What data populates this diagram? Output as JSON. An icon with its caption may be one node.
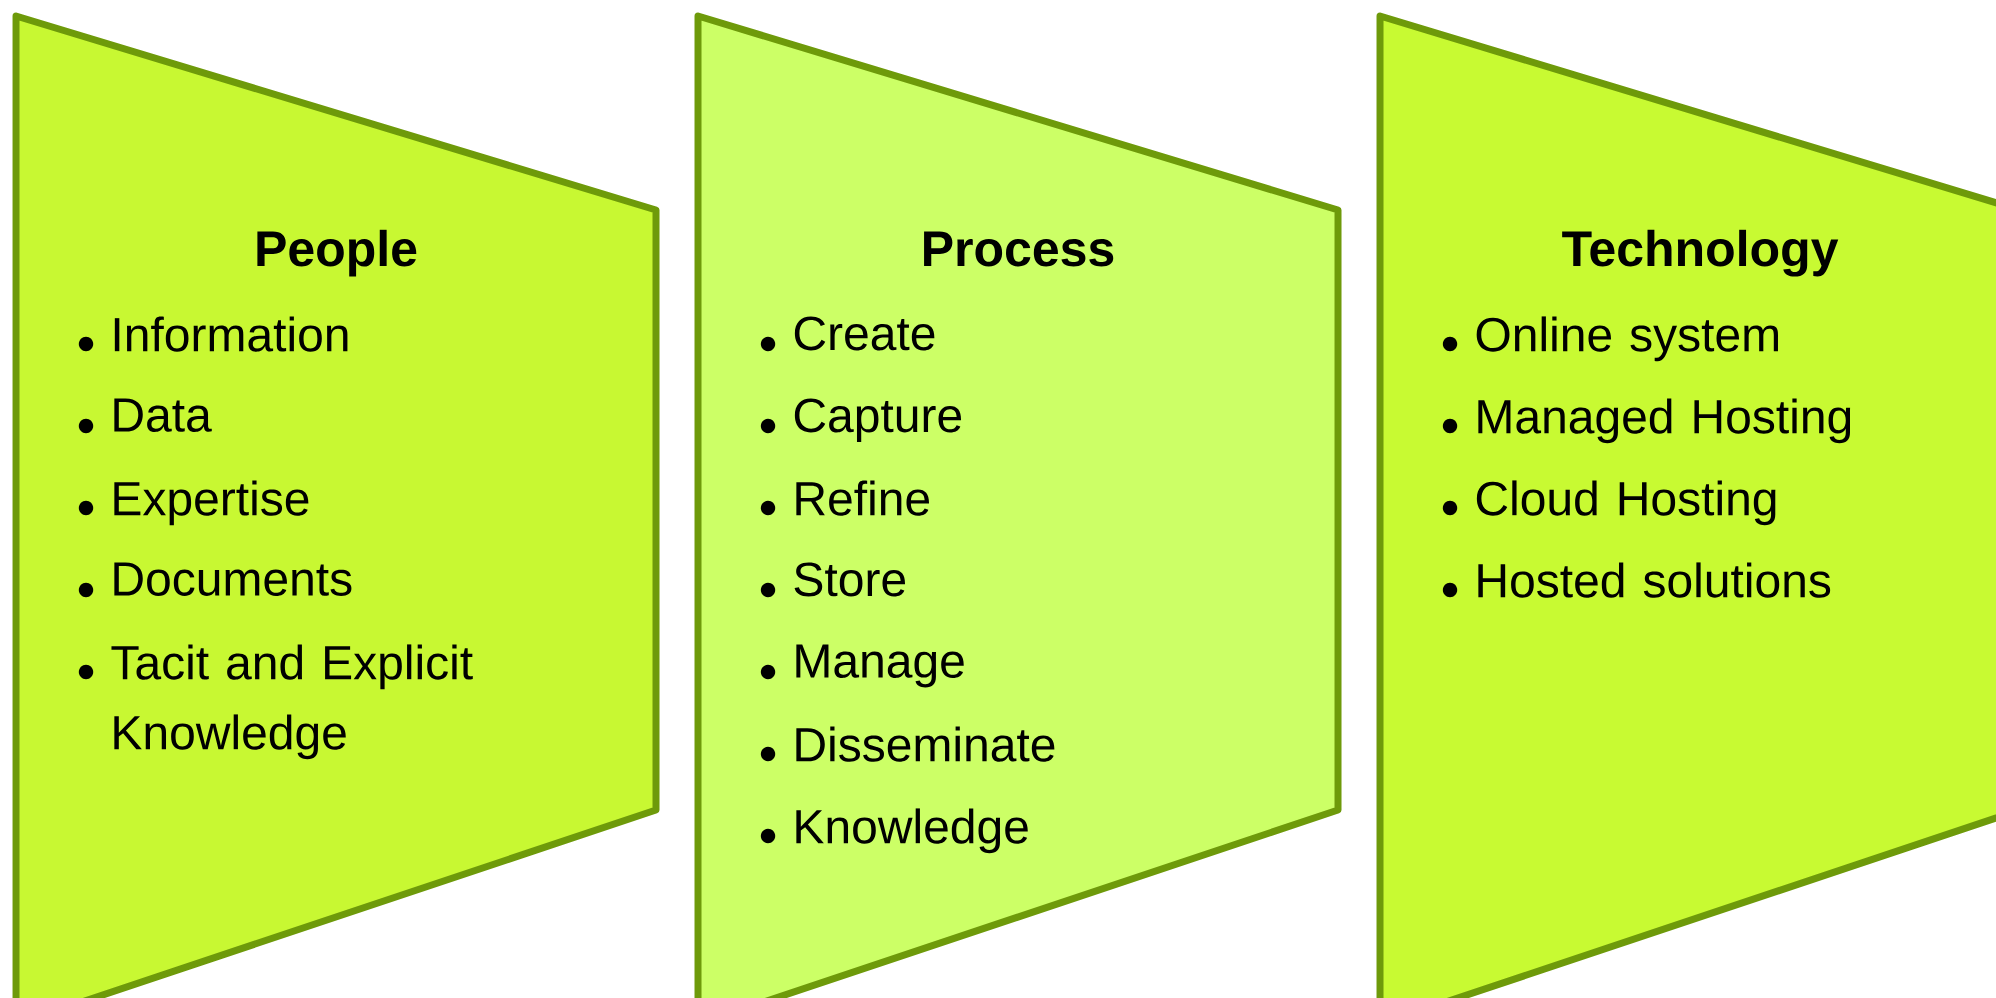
{
  "diagram": {
    "nodes": [
      {
        "text": [
          "People",
          "Information",
          "Data",
          "Expertise",
          "Documents",
          "Tacit and Explicit Knowledge"
        ]
      },
      {
        "text": [
          "Process",
          "Create",
          "Capture",
          "Refine",
          "Store",
          "Manage",
          "Disseminate",
          "Knowledge"
        ]
      },
      {
        "text": [
          "Technology",
          "Online system",
          "Managed Hosting",
          "Cloud Hosting",
          "Hosted solutions"
        ]
      }
    ],
    "edges": []
  }
}
